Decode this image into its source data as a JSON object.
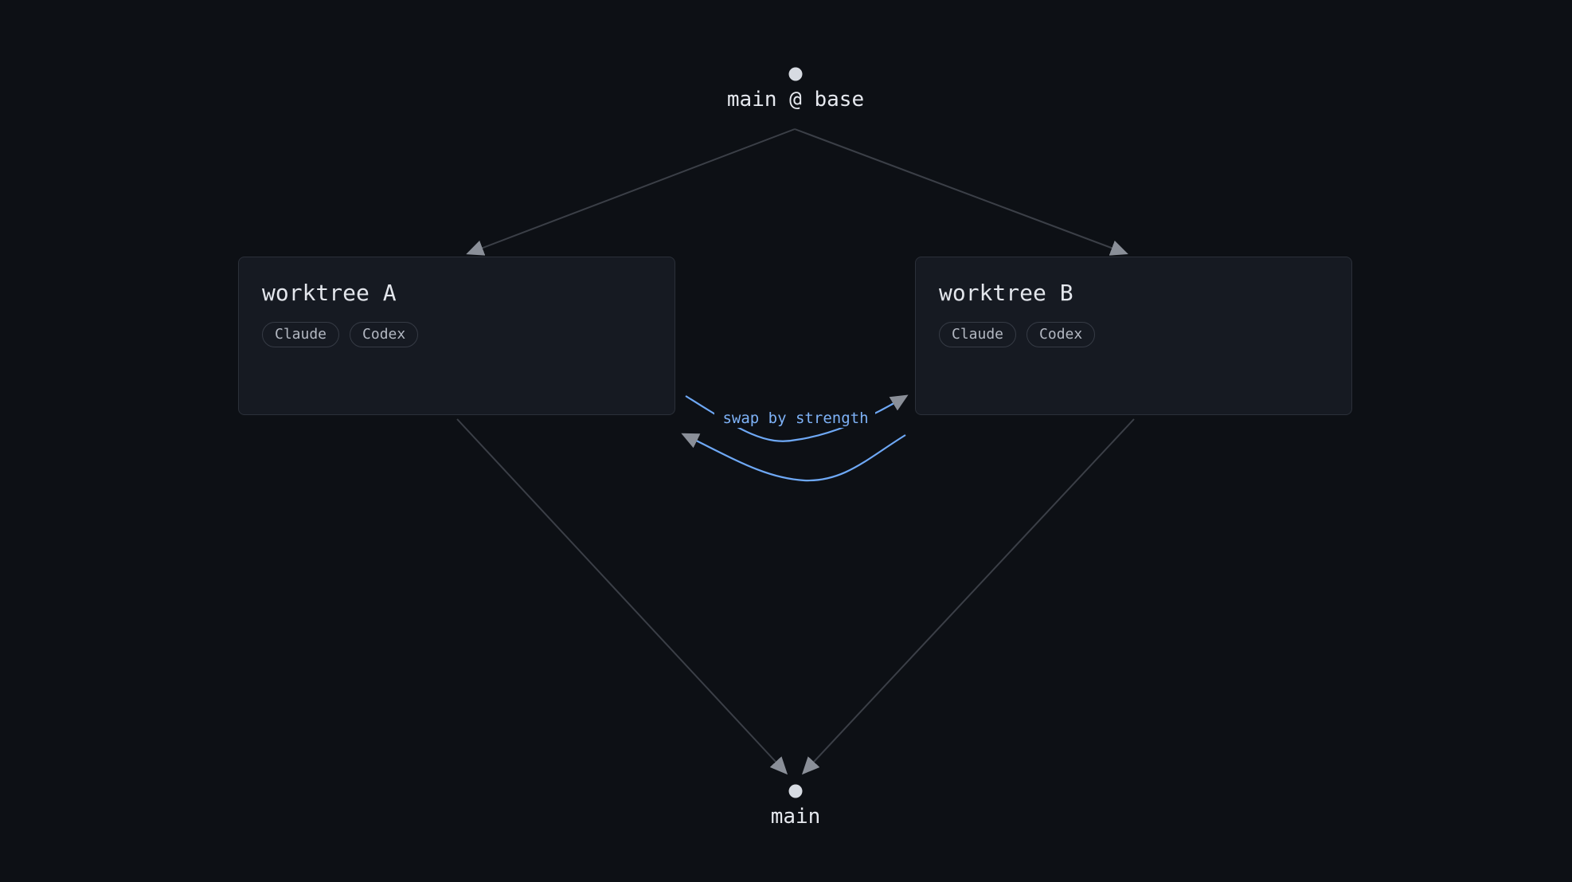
{
  "nodes": {
    "base": {
      "label": "main @ base"
    },
    "target": {
      "label": "main"
    }
  },
  "worktrees": [
    {
      "title": "worktree A",
      "agents": [
        "Claude",
        "Codex"
      ]
    },
    {
      "title": "worktree B",
      "agents": [
        "Claude",
        "Codex"
      ]
    }
  ],
  "swap": {
    "label": "swap by strength"
  },
  "colors": {
    "background": "#0d1015",
    "edge": "#3b3f47",
    "arrowhead": "#8a8f98",
    "swap": "#6ea8f5",
    "card": "#161a22"
  }
}
